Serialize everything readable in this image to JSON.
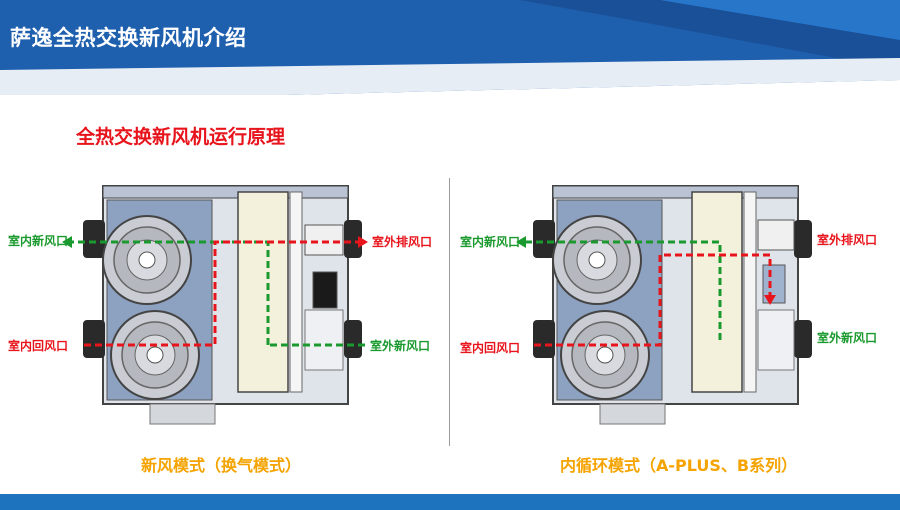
{
  "header": {
    "title": "萨逸全热交换新风机介绍"
  },
  "section_title": "全热交换新风机运行原理",
  "panels": [
    {
      "mode_label": "新风模式（换气模式）",
      "labels": {
        "indoor_fresh": "室内新风口",
        "indoor_return": "室内回风口",
        "outdoor_exhaust": "室外排风口",
        "outdoor_fresh": "室外新风口"
      }
    },
    {
      "mode_label": "内循环模式（A-PLUS、B系列）",
      "labels": {
        "indoor_fresh": "室内新风口",
        "indoor_return": "室内回风口",
        "outdoor_exhaust": "室外排风口",
        "outdoor_fresh": "室外新风口"
      }
    }
  ],
  "colors": {
    "header": "#1e5fae",
    "fresh_air": "#1a9a2e",
    "return_air": "#e8141c",
    "mode_label": "#f5a300",
    "section_title": "#e8141c"
  }
}
